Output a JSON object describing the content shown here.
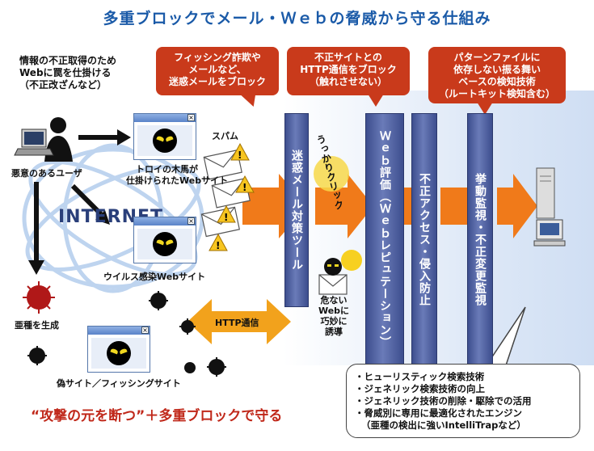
{
  "title": "多重ブロックでメール・Ｗｅｂの脅威から守る仕組み",
  "notes": {
    "attacker_intent": [
      "情報の不正取得のため",
      "Webに罠を仕掛ける",
      "（不正改ざんなど）"
    ]
  },
  "callouts": [
    {
      "lines": [
        "フィッシング詐欺や",
        "メールなど、",
        "迷惑メールをブロック"
      ]
    },
    {
      "lines": [
        "不正サイトとの",
        "HTTP通信をブロック",
        "（触れさせない）"
      ]
    },
    {
      "lines": [
        "パターンファイルに",
        "依存しない振る舞い",
        "ベースの検知技術",
        "（ルートキット検知含む）"
      ]
    }
  ],
  "columns": [
    {
      "label": "迷惑メール対策ツール"
    },
    {
      "label": "Ｗｅｂ評価（Ｗｅｂレピュテーション）"
    },
    {
      "label": "不正アクセス・侵入防止"
    },
    {
      "label": "挙動監視・不正変更監視"
    }
  ],
  "labels": {
    "attacker": "悪意のあるユーザ",
    "trojan_site": [
      "トロイの木馬が",
      "仕掛けられたWebサイト"
    ],
    "spam": "スパム",
    "internet": "INTERNET",
    "virus_site": "ウイルス感染Webサイト",
    "variants": "亜種を生成",
    "fake_site": "偽サイト／フィッシングサイト",
    "http": "HTTP通信",
    "accidental_click": "うっかりクリック",
    "danger": [
      "危ない",
      "Webに",
      "巧妙に",
      "誘導"
    ]
  },
  "features": [
    "・ヒューリスティック検索技術",
    "・ジェネリック検索技術の向上",
    "・ジェネリック技術の削除・駆除での活用",
    "・脅威別に専用に最適化されたエンジン",
    "（亜種の検出に強いIntelliTrapなど）"
  ],
  "slogan": "“攻撃の元を断つ”＋多重ブロックで守る",
  "colors": {
    "title": "#1a5aa8",
    "callout": "#c93a1b",
    "column": "#4a5b9b",
    "arrow": "#f07a1a",
    "slogan": "#c0281a"
  }
}
